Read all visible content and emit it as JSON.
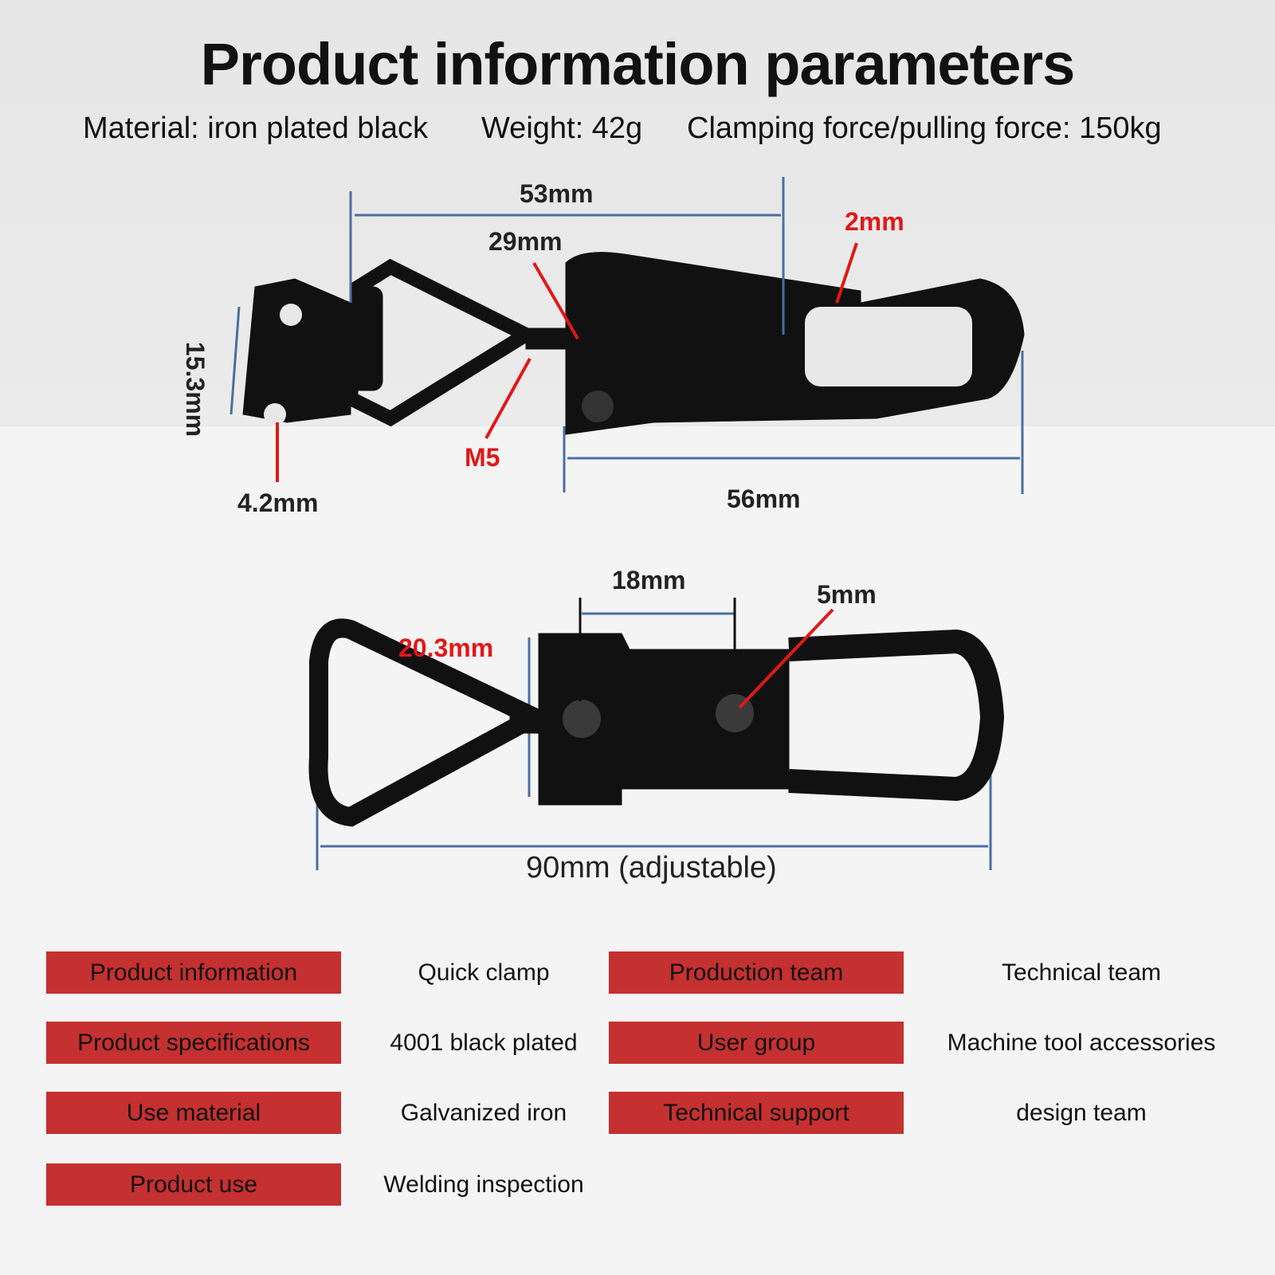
{
  "title": "Product information parameters",
  "specs": {
    "material": "Material: iron plated black",
    "weight": "Weight: 42g",
    "force": "Clamping force/pulling force: 150kg"
  },
  "dimensions_side": {
    "length_53": "53mm",
    "thread_29": "29mm",
    "thickness": "2mm",
    "plate_height": "15.3mm",
    "hole": "4.2mm",
    "thread": "M5",
    "length_56": "56mm"
  },
  "dimensions_top": {
    "hole_spacing": "18mm",
    "hole_dia": "5mm",
    "width": "20.3mm",
    "total": "90mm (adjustable)"
  },
  "table": [
    {
      "label": "Product information",
      "value": "Quick clamp",
      "label2": "Production team",
      "value2": "Technical team"
    },
    {
      "label": "Product specifications",
      "value": "4001 black plated",
      "label2": "User group",
      "value2": "Machine tool accessories"
    },
    {
      "label": "Use material",
      "value": "Galvanized iron",
      "label2": "Technical support",
      "value2": "design team"
    },
    {
      "label": "Product use",
      "value": "Welding inspection"
    }
  ],
  "colors": {
    "label_bg": "#c53030",
    "dim_line": "#4a6fa0",
    "dim_red": "#e01818"
  }
}
